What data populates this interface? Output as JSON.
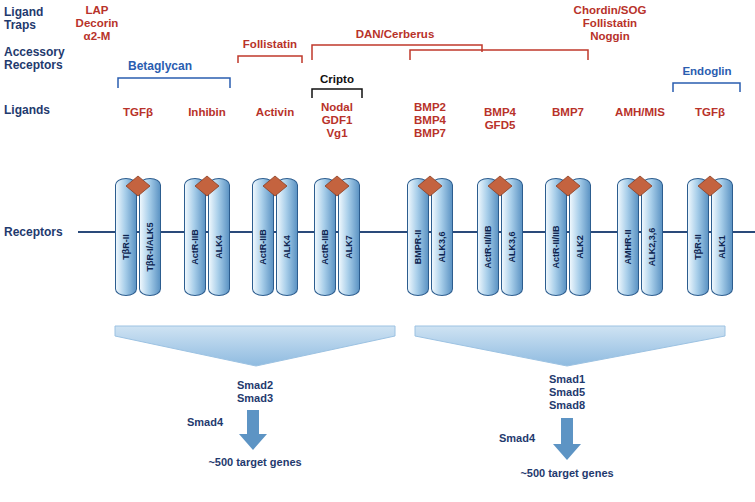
{
  "diagram": {
    "nodes": [
      {
        "text": [
          "TβR-II"
        ]
      },
      {
        "text": [
          "TβR-I/ALK5"
        ]
      },
      {
        "text": [
          "ActR-IIB"
        ]
      },
      {
        "text": [
          "ALK4"
        ]
      },
      {
        "text": [
          "ActR-IIB"
        ]
      },
      {
        "text": [
          "ALK4"
        ]
      },
      {
        "text": [
          "ActR-IIB"
        ]
      },
      {
        "text": [
          "ALK7"
        ]
      },
      {
        "text": [
          "BMPR-II"
        ]
      },
      {
        "text": [
          "ALK3,6"
        ]
      },
      {
        "text": [
          "ActR-II/IIB"
        ]
      },
      {
        "text": [
          "ALK3,6"
        ]
      },
      {
        "text": [
          "ActR-II/IIB"
        ]
      },
      {
        "text": [
          "ALK2"
        ]
      },
      {
        "text": [
          "AMHR-II"
        ]
      },
      {
        "text": [
          "ALK2,3,6"
        ]
      },
      {
        "text": [
          "TβR-II"
        ]
      },
      {
        "text": [
          "ALK1"
        ]
      }
    ],
    "labels": [
      "Ligand Traps",
      "Accessory Receptors",
      "Ligands",
      "Receptors",
      "LAP Decorin α2-M",
      "Follistatin",
      "DAN/Cerberus",
      "Chordin/SOG Follistatin Noggin",
      "Betaglycan",
      "Cripto",
      "Endoglin",
      "TGFβ",
      "Inhibin",
      "Activin",
      "Nodal GDF1 Vg1",
      "BMP2 BMP4 BMP7",
      "BMP4 GFD5",
      "BMP7",
      "AMH/MIS",
      "TGFβ",
      "Smad2 Smad3",
      "Smad4",
      "~500 target genes",
      "Smad1 Smad5 Smad8",
      "Smad4",
      "~500 target genes"
    ]
  }
}
